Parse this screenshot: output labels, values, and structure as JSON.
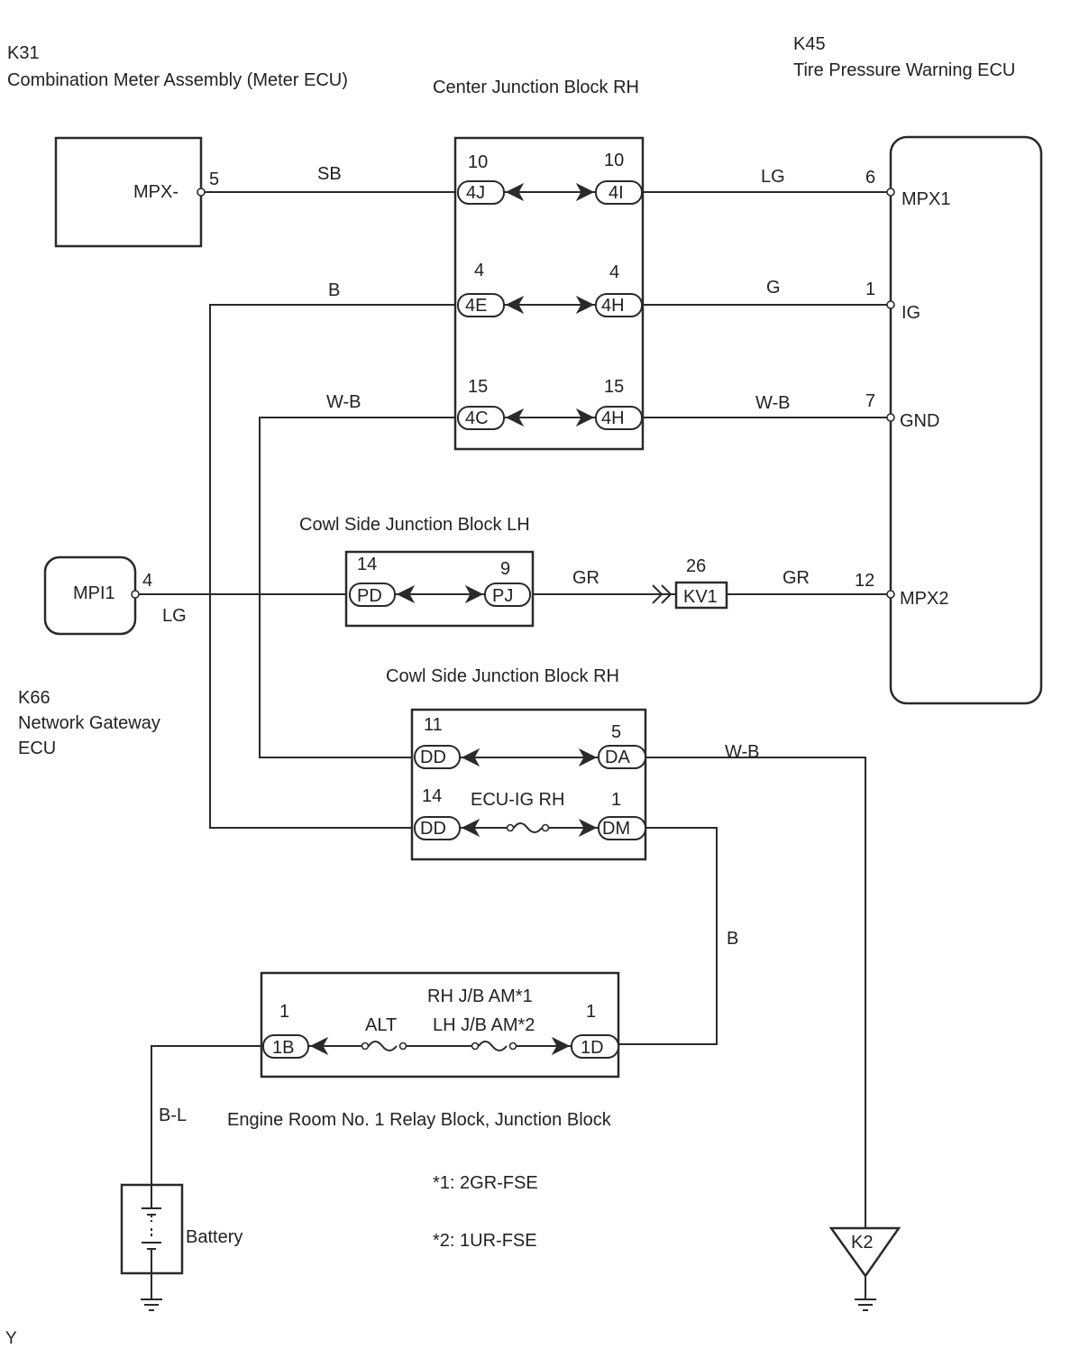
{
  "components": {
    "k31": {
      "code": "K31",
      "name": "Combination Meter Assembly (Meter ECU)",
      "pin_label": "MPX-",
      "pin": "5"
    },
    "k45": {
      "code": "K45",
      "name": "Tire Pressure Warning ECU",
      "pins": [
        {
          "label": "MPX1",
          "num": "6"
        },
        {
          "label": "IG",
          "num": "1"
        },
        {
          "label": "GND",
          "num": "7"
        },
        {
          "label": "MPX2",
          "num": "12"
        }
      ]
    },
    "k66": {
      "code": "K66",
      "name_line1": "Network Gateway",
      "name_line2": "ECU",
      "pin_label": "MPI1",
      "pin": "4"
    },
    "battery": {
      "label": "Battery"
    },
    "ground_k2": {
      "label": "K2"
    }
  },
  "center_jb": {
    "title": "Center Junction Block RH",
    "rows": [
      {
        "left_conn": "4J",
        "left_num": "10",
        "right_conn": "4I",
        "right_num": "10"
      },
      {
        "left_conn": "4E",
        "left_num": "4",
        "right_conn": "4H",
        "right_num": "4"
      },
      {
        "left_conn": "4C",
        "left_num": "15",
        "right_conn": "4H",
        "right_num": "15"
      }
    ]
  },
  "cowl_lh": {
    "title": "Cowl Side Junction Block LH",
    "left_conn": "PD",
    "left_num": "14",
    "right_conn": "PJ",
    "right_num": "9"
  },
  "inline_kv1": {
    "conn": "KV1",
    "num": "26"
  },
  "cowl_rh": {
    "title": "Cowl Side Junction Block RH",
    "rows": [
      {
        "left_conn": "DD",
        "left_num": "11",
        "right_conn": "DA",
        "right_num": "5"
      },
      {
        "left_conn": "DD",
        "left_num": "14",
        "right_conn": "DM",
        "right_num": "1",
        "fuse": "ECU-IG RH"
      }
    ]
  },
  "engine_room": {
    "title": "Engine Room No. 1 Relay Block, Junction Block",
    "left_conn": "1B",
    "left_num": "1",
    "right_conn": "1D",
    "right_num": "1",
    "fuse_alt": "ALT",
    "fuse_line1": "RH J/B AM*1",
    "fuse_line2": "LH J/B AM*2"
  },
  "wires": {
    "sb": "SB",
    "lg_k45": "LG",
    "b_top": "B",
    "g": "G",
    "wb_left": "W-B",
    "wb_right": "W-B",
    "lg_k66": "LG",
    "gr_left": "GR",
    "gr_right": "GR",
    "wb_ground": "W-B",
    "b_vertical": "B",
    "bl": "B-L"
  },
  "notes": {
    "n1": "*1: 2GR-FSE",
    "n2": "*2: 1UR-FSE"
  },
  "corner_mark": "Y"
}
